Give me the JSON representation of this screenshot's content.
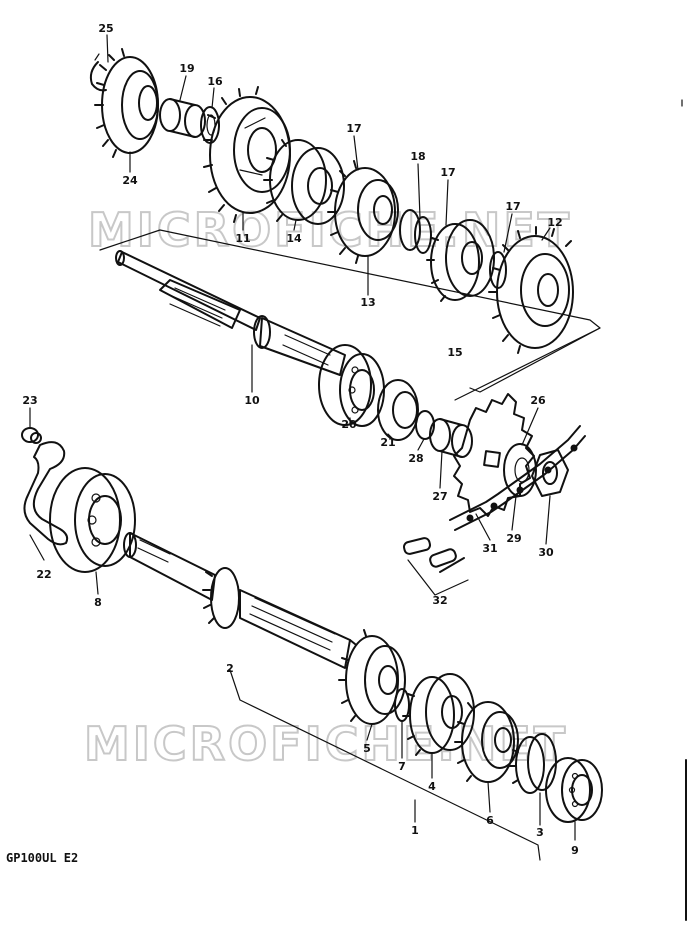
{
  "model_code": "GP100UL E2",
  "watermarks": [
    "MICROFICHE.NET",
    "MICROFICHE.NET"
  ],
  "callouts": [
    "1",
    "2",
    "3",
    "4",
    "5",
    "6",
    "7",
    "8",
    "9",
    "10",
    "11",
    "12",
    "13",
    "14",
    "15",
    "16",
    "17",
    "17",
    "17",
    "18",
    "19",
    "20",
    "21",
    "22",
    "23",
    "24",
    "25",
    "26",
    "27",
    "28",
    "29",
    "30",
    "31",
    "32"
  ]
}
